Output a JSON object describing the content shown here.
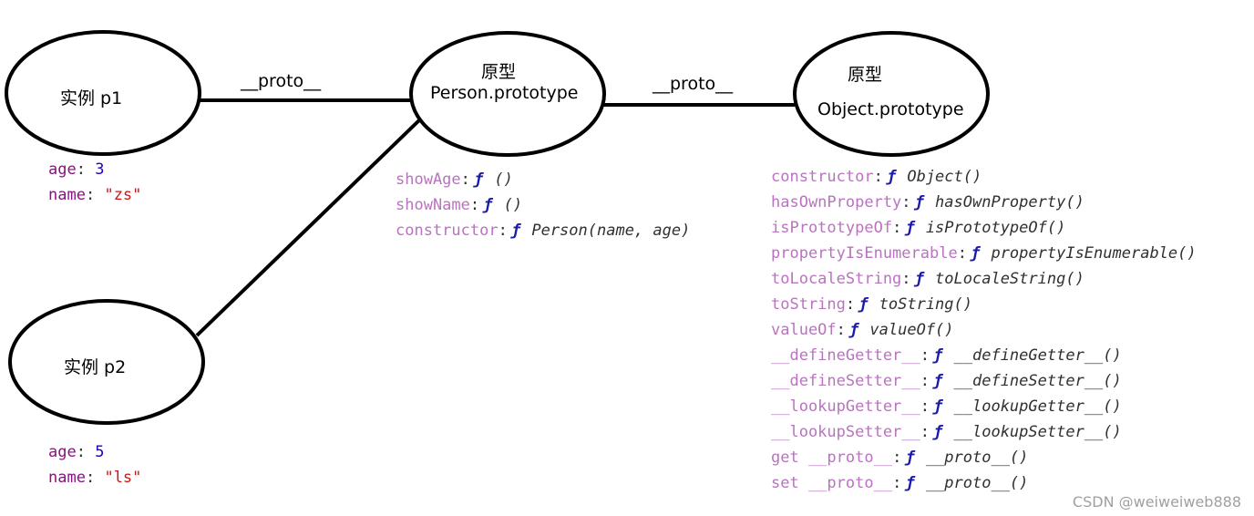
{
  "nodes": {
    "instance_p1": {
      "label": "实例 p1"
    },
    "instance_p2": {
      "label": "实例 p2"
    },
    "person_prototype": {
      "title": "原型",
      "label": "Person.prototype"
    },
    "object_prototype": {
      "title": "原型",
      "label": "Object.prototype"
    }
  },
  "edges": {
    "p1_to_person": {
      "label": "__proto__"
    },
    "person_to_object": {
      "label": "__proto__"
    }
  },
  "p1_props": [
    {
      "key": "age",
      "value": "3",
      "type": "number"
    },
    {
      "key": "name",
      "value": "\"zs\"",
      "type": "string"
    }
  ],
  "p2_props": [
    {
      "key": "age",
      "value": "5",
      "type": "number"
    },
    {
      "key": "name",
      "value": "\"ls\"",
      "type": "string"
    }
  ],
  "person_props": [
    {
      "key": "showAge",
      "fn": "()"
    },
    {
      "key": "showName",
      "fn": "()"
    },
    {
      "key": "constructor",
      "fn": "Person(name, age)"
    }
  ],
  "object_props": [
    {
      "key": "constructor",
      "fn": "Object()"
    },
    {
      "key": "hasOwnProperty",
      "fn": "hasOwnProperty()"
    },
    {
      "key": "isPrototypeOf",
      "fn": "isPrototypeOf()"
    },
    {
      "key": "propertyIsEnumerable",
      "fn": "propertyIsEnumerable()"
    },
    {
      "key": "toLocaleString",
      "fn": "toLocaleString()"
    },
    {
      "key": "toString",
      "fn": "toString()"
    },
    {
      "key": "valueOf",
      "fn": "valueOf()"
    },
    {
      "key": "__defineGetter__",
      "fn": "__defineGetter__()"
    },
    {
      "key": "__defineSetter__",
      "fn": "__defineSetter__()"
    },
    {
      "key": "__lookupGetter__",
      "fn": "__lookupGetter__()"
    },
    {
      "key": "__lookupSetter__",
      "fn": "__lookupSetter__()"
    },
    {
      "key": "get __proto__",
      "fn": "__proto__()"
    },
    {
      "key": "set __proto__",
      "fn": "__proto__()"
    }
  ],
  "symbols": {
    "colon": ":",
    "function_symbol": "ƒ"
  },
  "watermark": "CSDN @weiweiweb888",
  "colors": {
    "instance_key": "#881280",
    "prototype_key": "#b874be",
    "function_symbol": "#1a1aa6",
    "number": "#1c00cf",
    "string": "#c41a16"
  }
}
